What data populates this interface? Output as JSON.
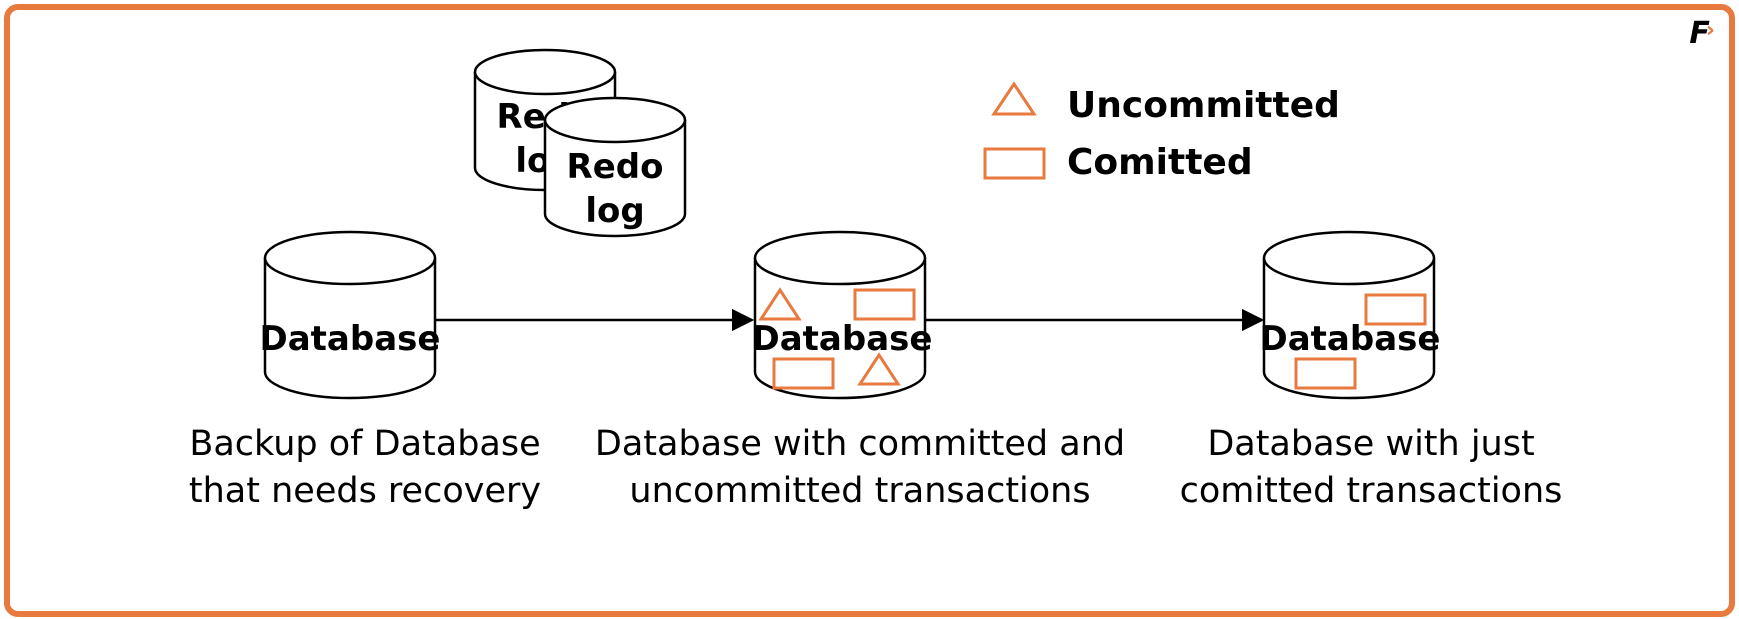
{
  "brand": {
    "logo_letter": "F",
    "logo_mark": "›",
    "accent": "#e8793f"
  },
  "colors": {
    "accent": "#e8793f",
    "stroke": "#000000",
    "fill": "#ffffff"
  },
  "legend": {
    "uncommitted_label": "Uncommitted",
    "committed_label": "Comitted"
  },
  "redo_logs": [
    {
      "line1": "Redo",
      "line2": "log"
    },
    {
      "line1": "Redo",
      "line2": "log"
    }
  ],
  "databases": [
    {
      "label": "Database",
      "caption_line1": "Backup of Database",
      "caption_line2": "that needs recovery"
    },
    {
      "label": "Database",
      "caption_line1": "Database with committed and",
      "caption_line2": "uncommitted transactions"
    },
    {
      "label": "Database",
      "caption_line1": "Database with just",
      "caption_line2": "comitted transactions"
    }
  ]
}
